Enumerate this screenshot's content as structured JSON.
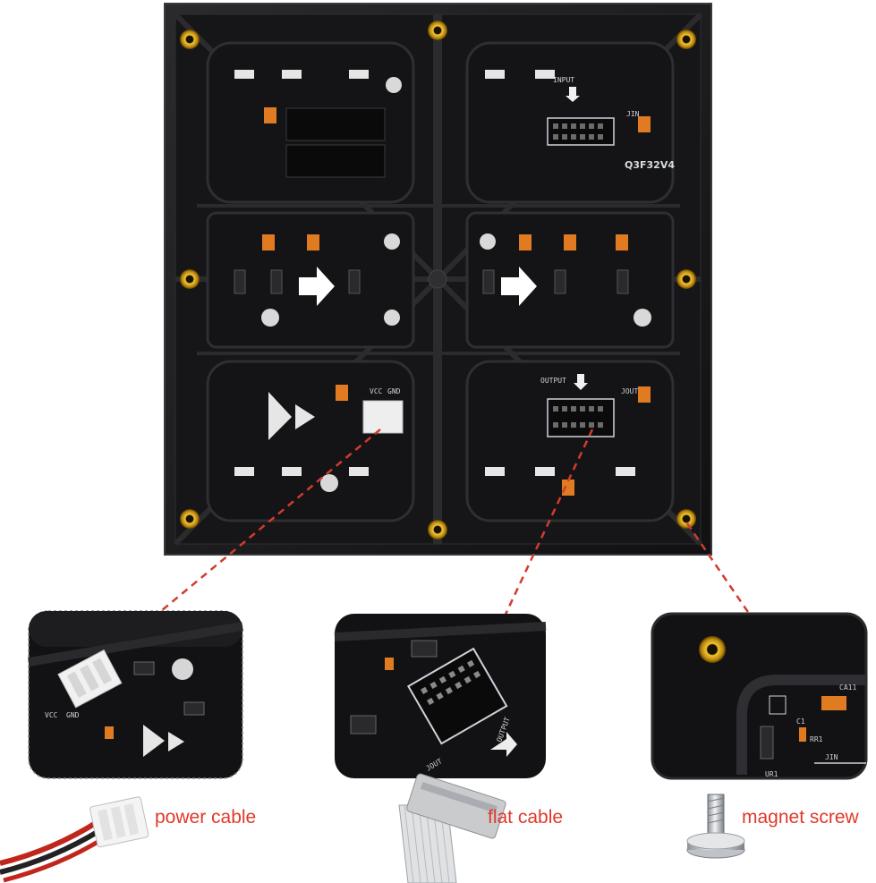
{
  "board": {
    "silkscreen": {
      "input_label": "INPUT",
      "output_label": "OUTPUT",
      "jin_label": "JIN",
      "jout_label": "JOUT",
      "vcc_label": "VCC",
      "gnd_label": "GND",
      "model_label": "Q3F32V4"
    }
  },
  "insets": {
    "power": {
      "vcc_label": "VCC",
      "gnd_label": "GND"
    },
    "flat": {
      "output_label": "OUTPUT",
      "jout_label": "JOUT"
    },
    "screw": {
      "ca11_label": "CA11",
      "c1_label": "C1",
      "rr1_label": "RR1",
      "ur1_label": "UR1",
      "jin_label": "JIN"
    }
  },
  "captions": {
    "power_cable": "power cable",
    "flat_cable": "flat cable",
    "magnet_screw": "magnet screw"
  },
  "colors": {
    "caption": "#e0392b",
    "leader_line": "#d23b2e",
    "frame": "#1c1c1e",
    "pcb": "#141416",
    "screw_brass": "#c99a1c"
  }
}
